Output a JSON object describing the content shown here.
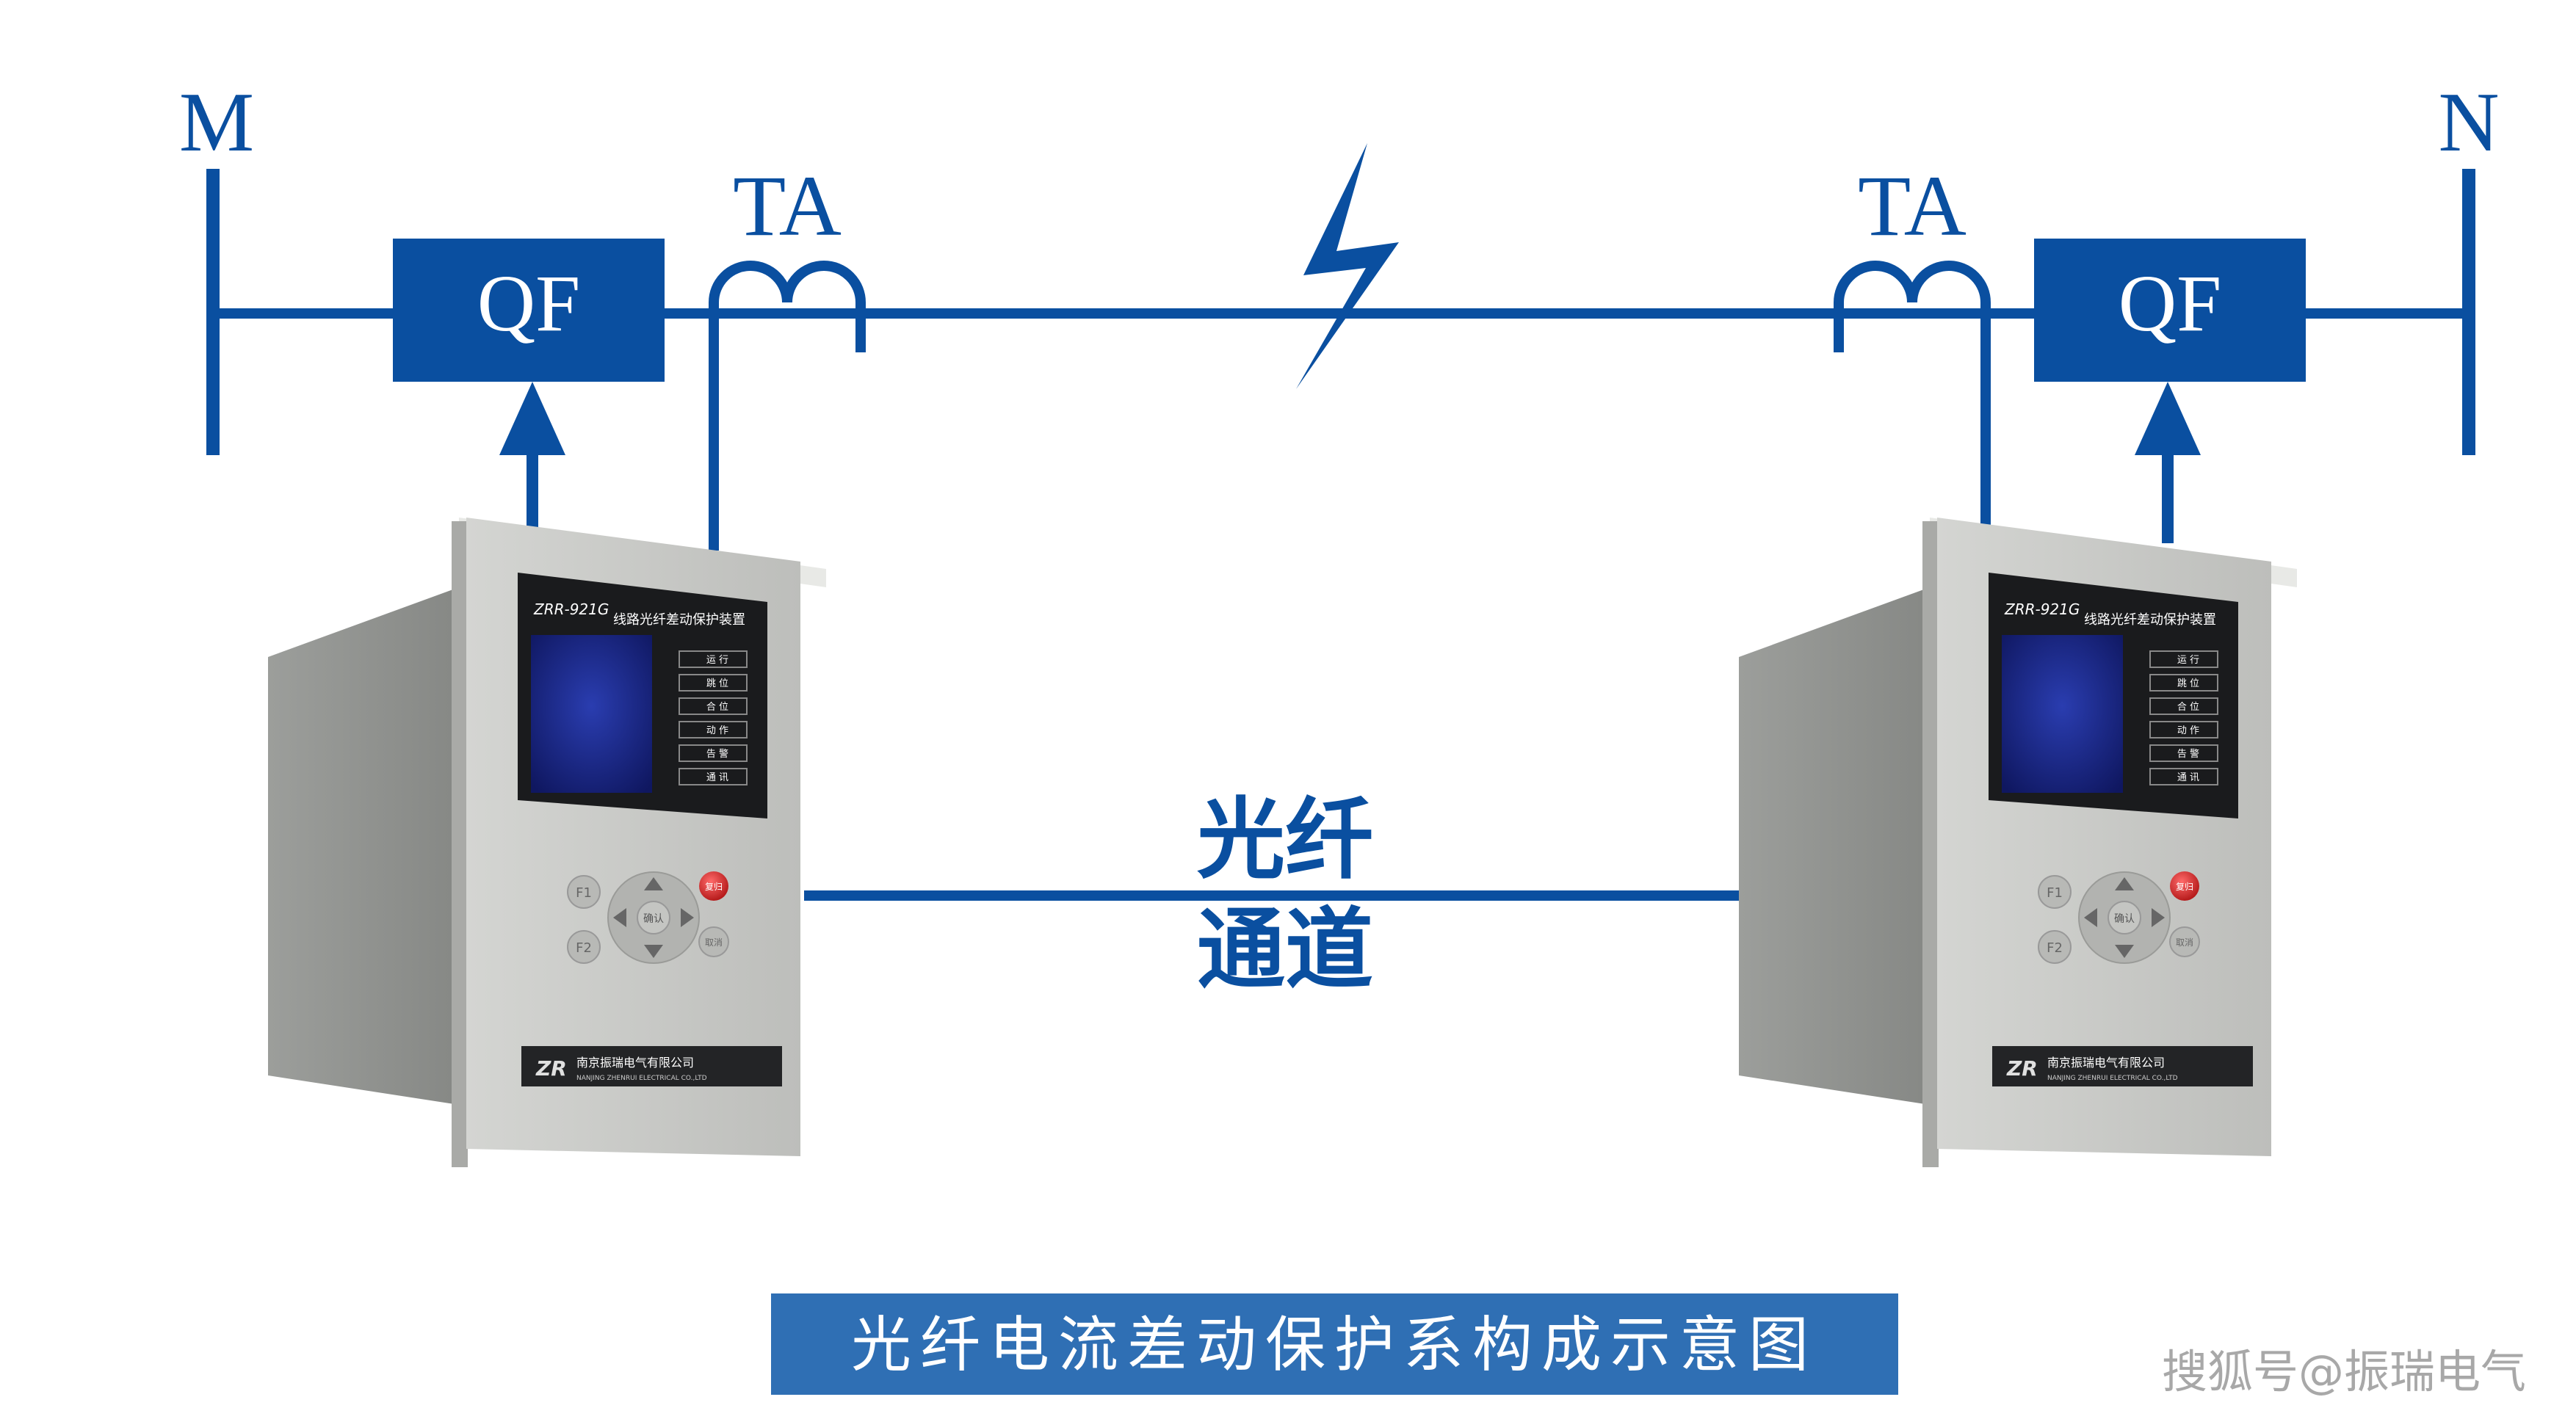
{
  "colors": {
    "line": "#0a4fa0",
    "caption_bg": "#2f6fb4",
    "caption_text": "#ffffff",
    "panel_face": "#c8c9c6",
    "panel_side": "#8f918e",
    "screen": "#1c2a8a",
    "alarm_red": "#d32222"
  },
  "bus": {
    "left_label": "M",
    "right_label": "N"
  },
  "breakers": {
    "left_label": "QF",
    "right_label": "QF"
  },
  "current_transformers": {
    "left_label": "TA",
    "right_label": "TA"
  },
  "fault_symbol": "lightning-bolt-icon",
  "channel": {
    "line1": "光纤",
    "line2": "通道"
  },
  "device": {
    "model": "ZRR-921G",
    "name": "线路光纤差动保护装置",
    "indicators": [
      "运 行",
      "跳 位",
      "合 位",
      "动 作",
      "告 警",
      "通 讯"
    ],
    "keys": {
      "f1": "F1",
      "f2": "F2",
      "enter": "确认",
      "reset": "复归",
      "cancel": "取消"
    },
    "logo": "ZR",
    "maker_cn": "南京振瑞电气有限公司",
    "maker_en": "NANJING ZHENRUI ELECTRICAL CO.,LTD"
  },
  "caption": "光纤电流差动保护系构成示意图",
  "watermark": "搜狐号@振瑞电气"
}
